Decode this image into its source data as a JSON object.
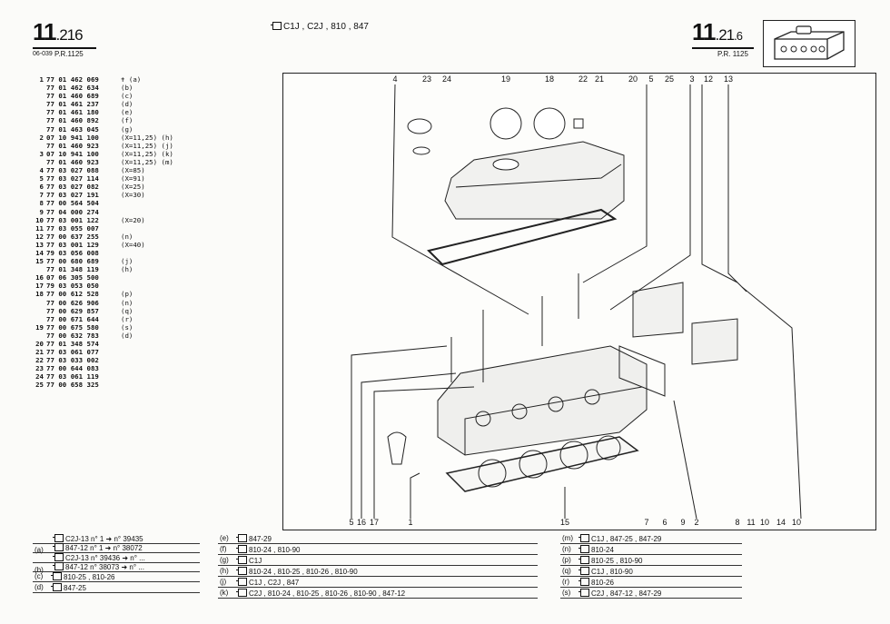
{
  "header": {
    "page_left": "11",
    "page_left_sub": ".216",
    "page_left_code": "06-039",
    "page_left_pr": "P.R.1125",
    "models": "C1J , C2J , 810 , 847",
    "page_right": "11",
    "page_right_sub": ".21",
    "page_right_sub2": ".6",
    "page_right_pr": "P.R. 1125"
  },
  "parts": [
    {
      "num": "1",
      "ref": "77 01 462 069",
      "note": "✝ (a)"
    },
    {
      "num": "",
      "ref": "77 01 462 634",
      "note": "(b)"
    },
    {
      "num": "",
      "ref": "77 01 460 689",
      "note": "(c)"
    },
    {
      "num": "",
      "ref": "77 01 461 237",
      "note": "(d)"
    },
    {
      "num": "",
      "ref": "77 01 461 180",
      "note": "(e)"
    },
    {
      "num": "",
      "ref": "77 01 460 892",
      "note": "(f)"
    },
    {
      "num": "",
      "ref": "77 01 463 045",
      "note": "(g)"
    },
    {
      "num": "2",
      "ref": "07 10 941 100",
      "note": "(X=11,25) (h)"
    },
    {
      "num": "",
      "ref": "77 01 460 923",
      "note": "(X=11,25) (j)"
    },
    {
      "num": "3",
      "ref": "07 10 941 100",
      "note": "(X=11,25) (k)"
    },
    {
      "num": "",
      "ref": "77 01 460 923",
      "note": "(X=11,25) (m)"
    },
    {
      "num": "4",
      "ref": "77 03 027 088",
      "note": "(X=85)"
    },
    {
      "num": "5",
      "ref": "77 03 027 114",
      "note": "(X=91)"
    },
    {
      "num": "6",
      "ref": "77 03 027 082",
      "note": "(X=25)"
    },
    {
      "num": "7",
      "ref": "77 03 027 191",
      "note": "(X=30)"
    },
    {
      "num": "8",
      "ref": "77 00 564 504",
      "note": ""
    },
    {
      "num": "9",
      "ref": "77 04 000 274",
      "note": ""
    },
    {
      "num": "10",
      "ref": "77 03 001 122",
      "note": "(X=20)"
    },
    {
      "num": "11",
      "ref": "77 03 055 007",
      "note": ""
    },
    {
      "num": "12",
      "ref": "77 00 637 255",
      "note": "(n)"
    },
    {
      "num": "13",
      "ref": "77 03 001 129",
      "note": "(X=40)"
    },
    {
      "num": "14",
      "ref": "79 03 056 008",
      "note": ""
    },
    {
      "num": "15",
      "ref": "77 00 680 689",
      "note": "(j)"
    },
    {
      "num": "",
      "ref": "77 01 348 119",
      "note": "(h)"
    },
    {
      "num": "16",
      "ref": "07 06 305 500",
      "note": ""
    },
    {
      "num": "17",
      "ref": "79 03 053 050",
      "note": ""
    },
    {
      "num": "18",
      "ref": "77 00 612 528",
      "note": "(p)"
    },
    {
      "num": "",
      "ref": "77 00 626 906",
      "note": "(n)"
    },
    {
      "num": "",
      "ref": "77 00 629 857",
      "note": "(q)"
    },
    {
      "num": "",
      "ref": "77 00 671 644",
      "note": "(r)"
    },
    {
      "num": "19",
      "ref": "77 00 675 580",
      "note": "(s)"
    },
    {
      "num": "",
      "ref": "77 00 632 783",
      "note": "(d)"
    },
    {
      "num": "20",
      "ref": "77 01 348 574",
      "note": ""
    },
    {
      "num": "21",
      "ref": "77 03 061 077",
      "note": ""
    },
    {
      "num": "22",
      "ref": "77 03 033 002",
      "note": ""
    },
    {
      "num": "23",
      "ref": "77 00 644 083",
      "note": ""
    },
    {
      "num": "24",
      "ref": "77 03 061 119",
      "note": ""
    },
    {
      "num": "25",
      "ref": "77 00 658 325",
      "note": ""
    }
  ],
  "callouts_top": [
    "4",
    "23",
    "24",
    "19",
    "18",
    "22",
    "21",
    "20",
    "5",
    "25",
    "3",
    "12",
    "13"
  ],
  "callouts_bottom": [
    "5",
    "16",
    "17",
    "1",
    "15",
    "7",
    "6",
    "9",
    "2",
    "8",
    "11",
    "10",
    "14",
    "10"
  ],
  "legend_ab": [
    {
      "code": "(a)",
      "rows": [
        "C2J-13  n° 1  ➜  n° 39435",
        "847-12  n° 1  ➜  n° 38072"
      ]
    },
    {
      "code": "(b)",
      "rows": [
        "C2J-13  n° 39436  ➜  n° ...",
        "847-12  n° 38073  ➜  n° ..."
      ]
    }
  ],
  "legend_col1_rest": [
    {
      "code": "(c)",
      "txt": "810-25 , 810-26"
    },
    {
      "code": "(d)",
      "txt": "847-25"
    }
  ],
  "legend_col2": [
    {
      "code": "(e)",
      "txt": "847-29"
    },
    {
      "code": "(f)",
      "txt": "810-24 , 810-90"
    },
    {
      "code": "(g)",
      "txt": "C1J"
    },
    {
      "code": "(h)",
      "txt": "810-24 , 810-25 , 810-26 , 810-90"
    },
    {
      "code": "(j)",
      "txt": "C1J , C2J , 847"
    },
    {
      "code": "(k)",
      "txt": "C2J , 810-24 , 810-25 , 810-26 , 810-90 , 847-12"
    }
  ],
  "legend_col3": [
    {
      "code": "(m)",
      "txt": "C1J , 847-25 , 847-29"
    },
    {
      "code": "(n)",
      "txt": "810-24"
    },
    {
      "code": "(p)",
      "txt": "810-25 , 810-90"
    },
    {
      "code": "(q)",
      "txt": "C1J , 810-90"
    },
    {
      "code": "(r)",
      "txt": "810-26"
    },
    {
      "code": "(s)",
      "txt": "C2J , 847-12 , 847-29"
    }
  ]
}
